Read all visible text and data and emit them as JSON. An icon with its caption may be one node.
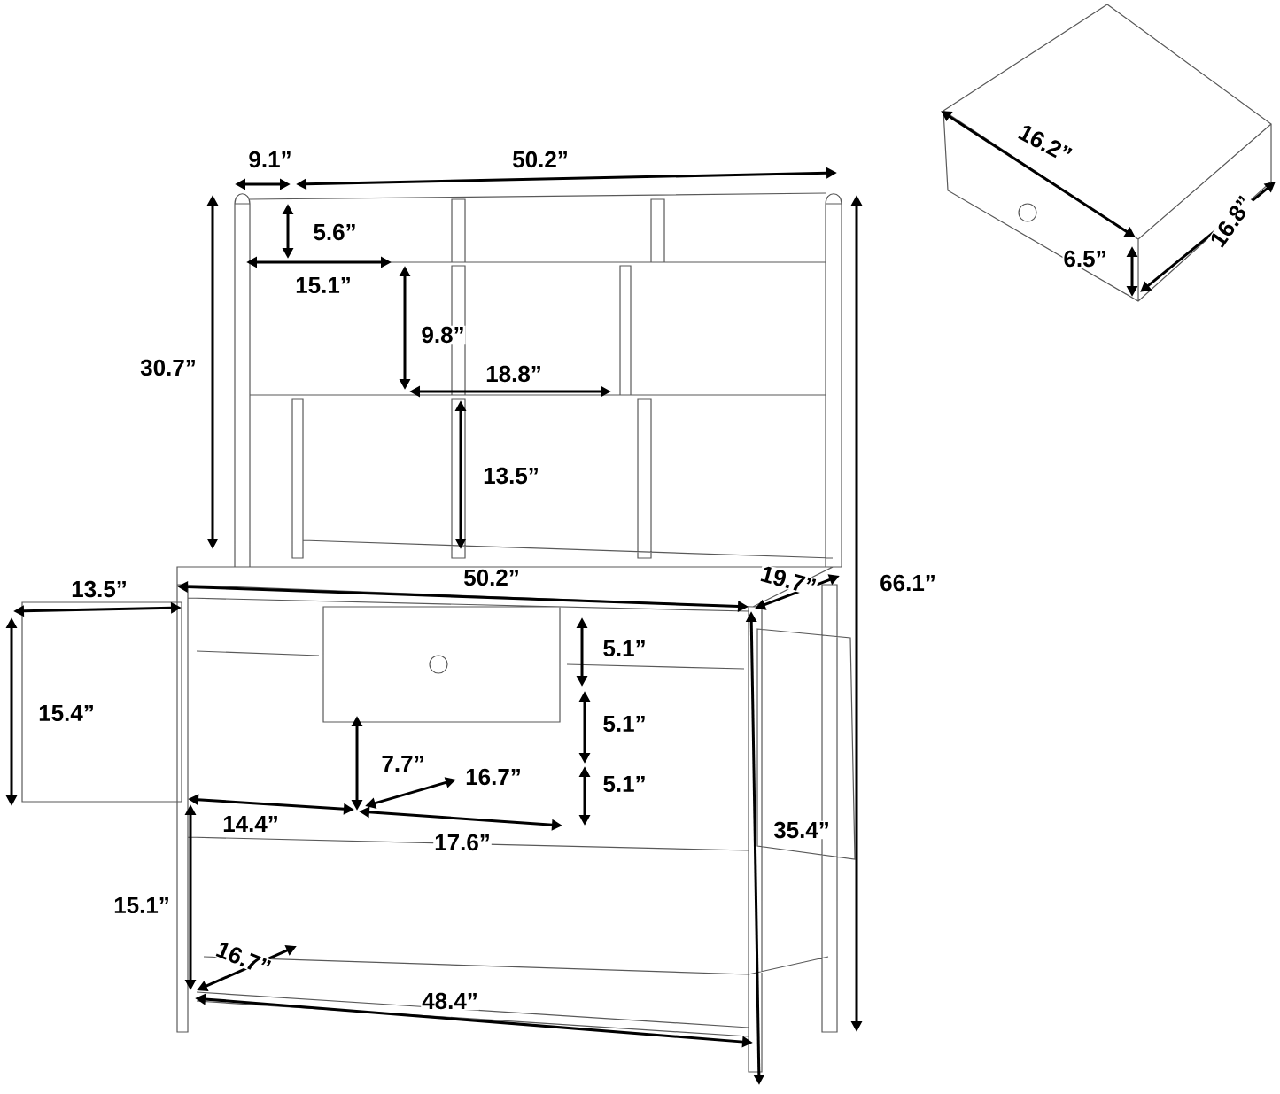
{
  "diagram": {
    "labels": [
      "9.1”",
      "50.2”",
      "16.2”",
      "5.6”",
      "6.5”",
      "16.8”",
      "15.1”",
      "30.7”",
      "9.8”",
      "18.8”",
      "13.5”",
      "13.5”",
      "50.2”",
      "19.7”",
      "66.1”",
      "5.1”",
      "15.4”",
      "5.1”",
      "7.7”",
      "16.7”",
      "5.1”",
      "14.4”",
      "17.6”",
      "35.4”",
      "15.1”",
      "16.7”",
      "48.4”"
    ]
  }
}
